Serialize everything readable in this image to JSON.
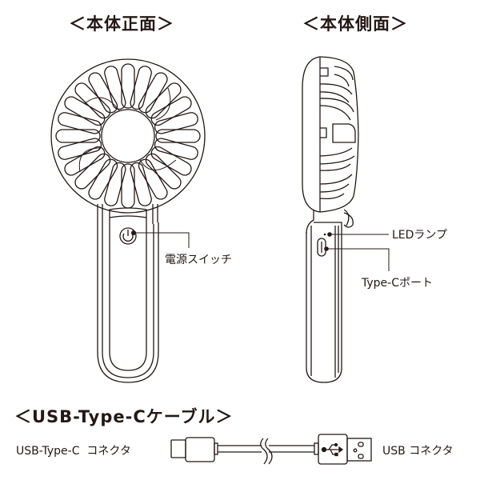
{
  "headings": {
    "front_view": "＜本体正面＞",
    "side_view": "＜本体側面＞",
    "cable": "＜USB-Type-Cケーブル＞"
  },
  "callouts": {
    "power_switch": "電源スイッチ",
    "led_lamp": "LEDランプ",
    "type_c_port": "Type-Cポート"
  },
  "cable_labels": {
    "type_c_connector": "USB-Type-C  コネクタ",
    "usb_connector": "USB コネクタ"
  },
  "colors": {
    "line": "#231815",
    "background": "#ffffff"
  },
  "icons": {
    "power": "power-icon",
    "usb": "usb-trident-icon"
  }
}
